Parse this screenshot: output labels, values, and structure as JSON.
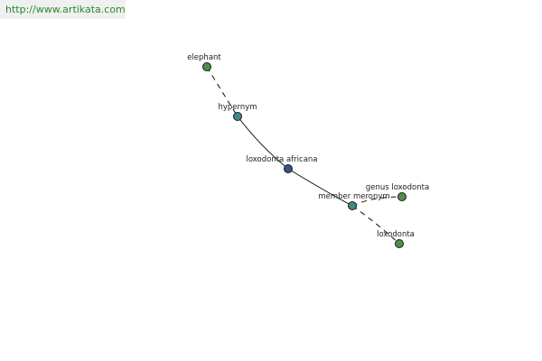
{
  "banner": {
    "url": "http://www.artikata.com"
  },
  "colors": {
    "center": "#3b4f8f",
    "relation": "#3f8a86",
    "leaf": "#4f8f4a",
    "edge": "#111111"
  },
  "nodes": {
    "elephant": "elephant",
    "hypernym": "hypernym",
    "center": "loxodonta africana",
    "member_meronym": "member meronym",
    "genus": "genus loxodonta",
    "loxodonta": "loxodonta"
  }
}
